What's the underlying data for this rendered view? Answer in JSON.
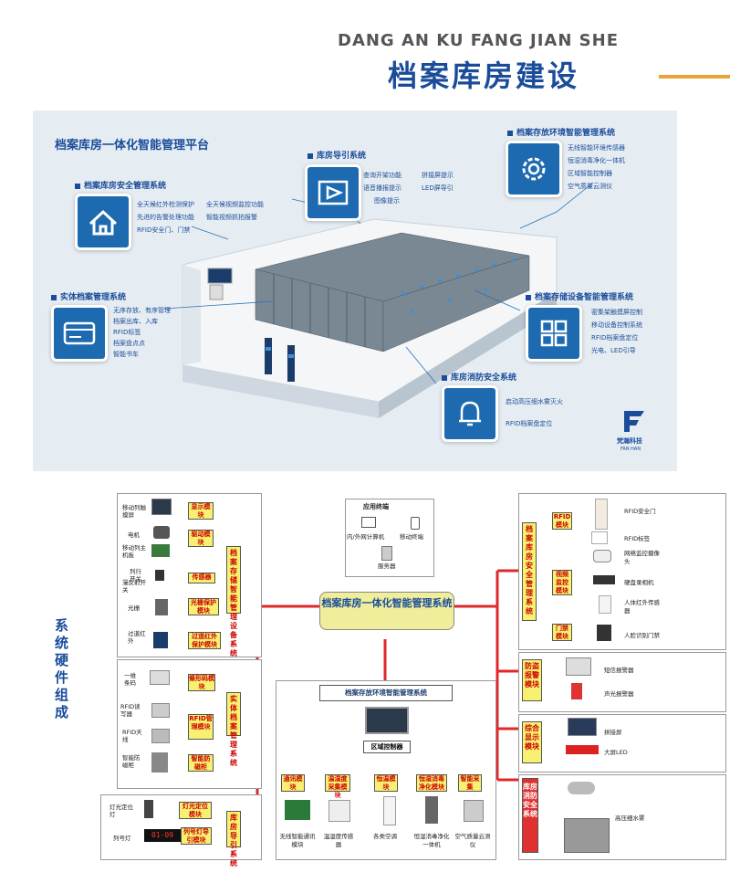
{
  "header": {
    "pinyin": "DANG AN KU FANG JIAN SHE",
    "title": "档案库房建设",
    "accent": "#e8a33a",
    "title_color": "#1a4c9a"
  },
  "platform": {
    "title": "档案库房一体化智能管理平台",
    "sections": {
      "security": {
        "label": "档案库房安全管理系统",
        "icon": "house-icon",
        "features": [
          "全天候红外检测保护",
          "全天候视频监控功能",
          "先进的告警处理功能",
          "智能视频抓拍报警",
          "RFID安全门、门禁"
        ]
      },
      "guide": {
        "label": "库房导引系统",
        "icon": "play-sign-icon",
        "features": [
          "查询开架功能",
          "拼接屏提示",
          "语音播报提示",
          "LED屏导引",
          "图像提示"
        ]
      },
      "environment": {
        "label": "档案存放环境智能管理系统",
        "icon": "gear-icon",
        "features": [
          "无线智能环境传感器",
          "恒湿消毒净化一体机",
          "区域智能控制器",
          "空气质量云测仪"
        ]
      },
      "physical": {
        "label": "实体档案管理系统",
        "icon": "card-icon",
        "features": [
          "无序存放、有序管理",
          "档案出库、入库",
          "RFID标签",
          "档案盘点点",
          "智能书车"
        ]
      },
      "storage": {
        "label": "档案存储设备智能管理系统",
        "icon": "grid-icon",
        "features": [
          "密集架触摸屏控制",
          "移动设备控制系统",
          "RFID档案盘定位",
          "光电、LED引导"
        ]
      },
      "fire": {
        "label": "库房消防安全系统",
        "icon": "bell-icon",
        "features": [
          "启动高压细水雾灭火",
          "RFID档案盘定位"
        ]
      }
    },
    "logo": {
      "name": "梵瀚科技",
      "sub": "FAN HAN"
    }
  },
  "hardware": {
    "side_title": "系统硬件组成",
    "center": "档案库房一体化智能管理系统",
    "app": {
      "title": "应用终端",
      "pc": "内/外网计算机",
      "mobile": "移动终端",
      "server": "服务器"
    },
    "left1": {
      "system": "档案存储智能管理设备系统",
      "devices": [
        "移动列触摸屏",
        "电机",
        "移动列主机板",
        "列行开关",
        "漫反射开关",
        "光栅",
        "过道红外"
      ],
      "modules": [
        "显示模块",
        "驱动模块",
        "传感器",
        "光栅保护模块",
        "过道红外保护模块"
      ]
    },
    "left2": {
      "system": "实体档案管理系统",
      "devices": [
        "一维条码",
        "RFID读写器",
        "RFID天线",
        "智能防磁柜"
      ],
      "modules": [
        "條形码模块",
        "RFID管理模块",
        "智能防磁柜"
      ]
    },
    "left3": {
      "system": "库房导引系统",
      "devices": [
        "灯光定位灯",
        "列号灯"
      ],
      "modules": [
        "灯光定位模块",
        "列号灯导引模块"
      ],
      "display": "01-09"
    },
    "env": {
      "title": "档案存放环境智能管理系统",
      "controller": "区域控制器",
      "modules": [
        "通讯模块",
        "温湿度采集模块",
        "恒温模块",
        "恒湿消毒净化模块",
        "智能采集"
      ],
      "devices": [
        "无线智能通讯模块",
        "温湿度传感器",
        "各类空调",
        "恒湿消毒净化一体机",
        "空气质量云测仪"
      ]
    },
    "right1": {
      "system": "档案库房安全管理系统",
      "modules": [
        "RFID模块",
        "视频监控模块",
        "门禁模块"
      ],
      "devices": [
        "RFID安全门",
        "RFID标签",
        "网络监控摄像头",
        "硬盘录相机",
        "人体红外传感器",
        "人脸识别门禁"
      ]
    },
    "right2": {
      "system": "防盗报警模块",
      "devices": [
        "短信报警器",
        "声光报警器"
      ]
    },
    "right3": {
      "system": "综合显示模块",
      "devices": [
        "拼接屏",
        "大屏LED"
      ]
    },
    "right4": {
      "system": "库房消防安全系统",
      "devices": [
        "高压细水雾"
      ]
    }
  }
}
